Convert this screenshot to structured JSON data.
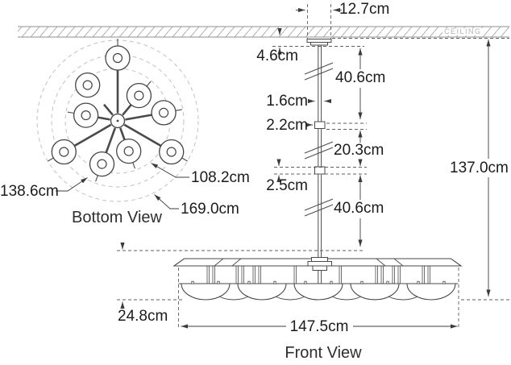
{
  "colors": {
    "line": "#4a4a4a",
    "dimension": "#3c3c3c",
    "dashed_reference": "#5f5f5f",
    "dashed_circle": "#c2c2c2",
    "ceiling_hatch": "#adadad",
    "text": "#1b1b1b"
  },
  "ceiling": {
    "label": "CEILING"
  },
  "bottom_view": {
    "title": "Bottom View",
    "lights_count": 9,
    "dims": {
      "inner_circle": "108.2cm",
      "middle_circle": "138.6cm",
      "outer_circle": "169.0cm"
    }
  },
  "front_view": {
    "title": "Front View",
    "shades_count": 9,
    "dims": {
      "canopy_width": "12.7cm",
      "canopy_drop": "4.6cm",
      "rod_upper": "40.6cm",
      "rod_width": "1.6cm",
      "coupler_upper": "2.2cm",
      "rod_middle": "20.3cm",
      "coupler_lower": "2.5cm",
      "rod_lower": "40.6cm",
      "overall_height": "137.0cm",
      "body_height": "24.8cm",
      "body_width": "147.5cm"
    }
  }
}
